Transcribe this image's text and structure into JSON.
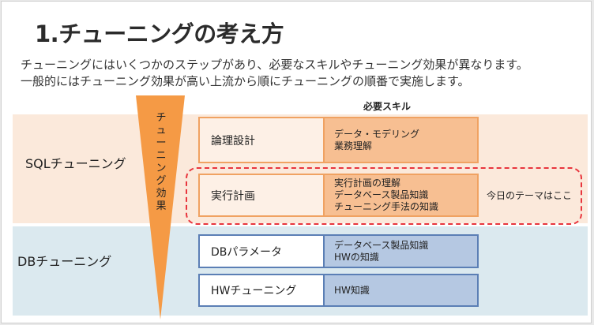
{
  "title": "1.チューニングの考え方",
  "subtitle_lines": [
    "チューニングにはいくつかのステップがあり、必要なスキルやチューニング効果が異なります。",
    "一般的にはチューニング効果が高い上流から順にチューニングの順番で実施します。"
  ],
  "skills_header": "必要スキル",
  "effect_label": "チューニング効果",
  "categories": {
    "sql": "SQLチューニング",
    "db": "DBチューニング"
  },
  "rows": [
    {
      "name": "論理設計",
      "skills": [
        "データ・モデリング",
        "業務理解"
      ]
    },
    {
      "name": "実行計画",
      "skills": [
        "実行計画の理解",
        "データベース製品知識",
        "チューニング手法の知識"
      ]
    },
    {
      "name": "DBパラメータ",
      "skills": [
        "データベース製品知識",
        "HWの知識"
      ]
    },
    {
      "name": "HWチューニング",
      "skills": [
        "HW知識"
      ]
    }
  ],
  "theme_note": "今日のテーマはここ",
  "colors": {
    "sql_band": "#fbe9db",
    "db_band": "#dbe9ef",
    "cone": "#f59a45",
    "orange_border": "#f0a262",
    "orange_fill": "#f7bf92",
    "blue_border": "#5b7fb5",
    "blue_fill": "#b5c8e2",
    "highlight": "#e8353d"
  }
}
